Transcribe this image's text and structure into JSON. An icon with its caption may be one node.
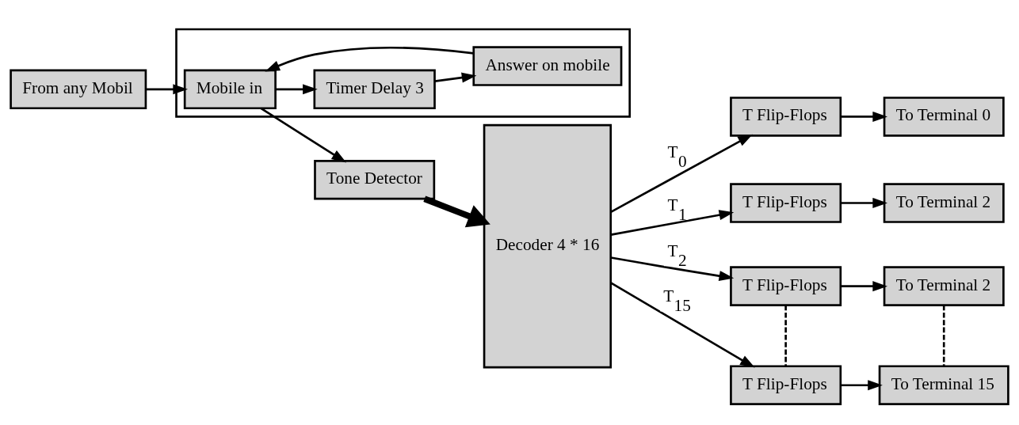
{
  "diagram": {
    "nodes": [
      {
        "text": [
          "From any Mobil"
        ]
      },
      {
        "text": [],
        "shape": "box"
      },
      {
        "text": [
          "Mobile in"
        ],
        "in": 1
      },
      {
        "text": [
          "Timer Delay 3"
        ],
        "in": 1
      },
      {
        "text": [
          "Answer on mobile"
        ],
        "in": 1
      },
      {
        "text": [
          "Tone Detector"
        ]
      },
      {
        "text": [
          "Decoder 4 * 16"
        ]
      },
      {
        "text": [
          "T Flip-Flops"
        ]
      },
      {
        "text": [
          "T Flip-Flops"
        ]
      },
      {
        "text": [
          "T Flip-Flops"
        ]
      },
      {
        "text": [
          "T Flip-Flops"
        ]
      },
      {
        "text": [
          "To Terminal 0"
        ]
      },
      {
        "text": [
          "To Terminal 2"
        ]
      },
      {
        "text": [
          "To Terminal 2"
        ]
      },
      {
        "text": [
          "To Terminal 15"
        ]
      }
    ],
    "edges": [
      {
        "from": 0,
        "to": 2,
        "arrow": "to"
      },
      {
        "from": 2,
        "to": 5,
        "arrow": "to"
      },
      {
        "from": 2,
        "to": 3,
        "arrow": "to"
      },
      {
        "from": 3,
        "to": 4,
        "arrow": "to"
      },
      {
        "from": 4,
        "to": 2,
        "arrow": "to"
      },
      {
        "from": 5,
        "to": 6,
        "arrow": "to",
        "style": "thick"
      },
      {
        "from": 6,
        "to": 7,
        "arrow": "to",
        "label": "T$_{0}$"
      },
      {
        "from": 6,
        "to": 8,
        "arrow": "to",
        "label": "T$_{1}$"
      },
      {
        "from": 6,
        "to": 9,
        "arrow": "to",
        "label": "T$_{2}$"
      },
      {
        "from": 6,
        "to": 10,
        "arrow": "to",
        "label": "T$_{15}$"
      },
      {
        "from": 7,
        "to": 11,
        "arrow": "to"
      },
      {
        "from": 8,
        "to": 12,
        "arrow": "to"
      },
      {
        "from": 9,
        "to": 13,
        "arrow": "to"
      },
      {
        "from": 10,
        "to": 14,
        "arrow": "to"
      },
      {
        "from": 9,
        "to": 10,
        "arrow": "none",
        "style": "dashed"
      },
      {
        "from": 13,
        "to": 14,
        "arrow": "none",
        "style": "dashed"
      }
    ]
  }
}
